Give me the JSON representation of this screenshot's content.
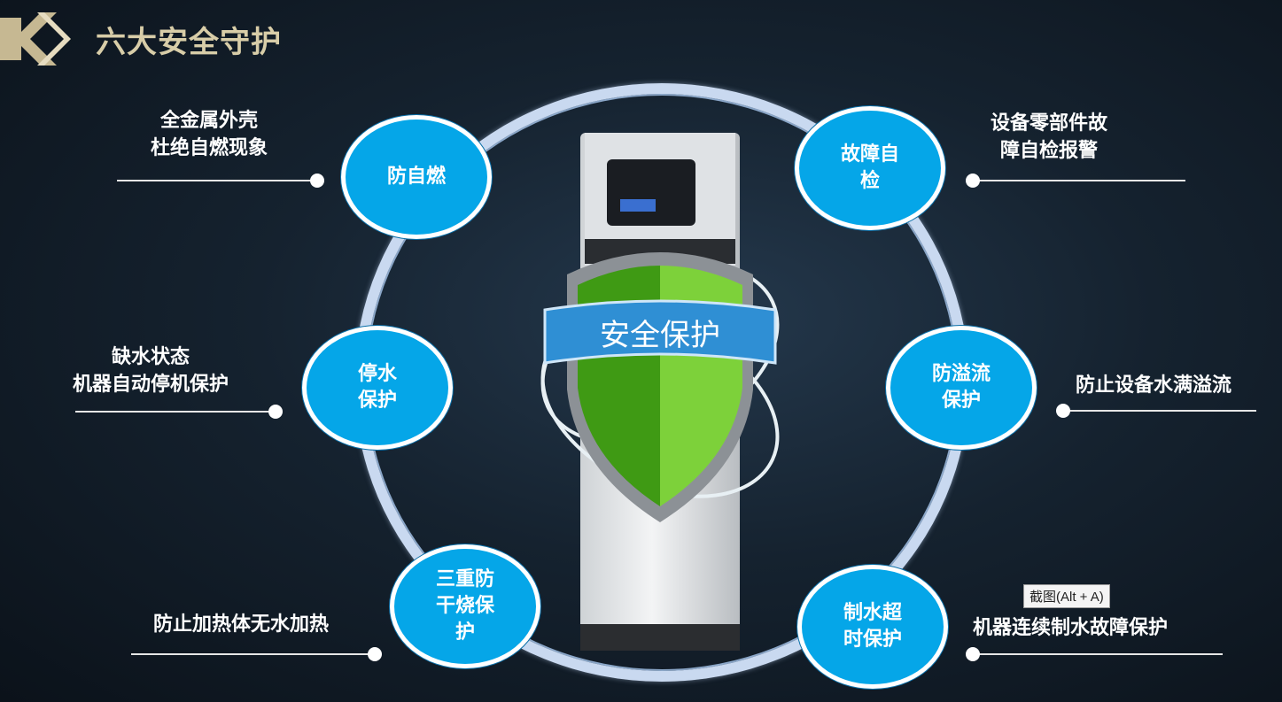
{
  "header": {
    "title": "六大安全守护"
  },
  "center": {
    "shield_label": "安全保护"
  },
  "features": {
    "anti_combustion": {
      "node": "防自燃",
      "desc": "全金属外壳\n杜绝自燃现象"
    },
    "fault_check": {
      "node": "故障自\n检",
      "desc": "设备零部件故\n障自检报警"
    },
    "water_shortage": {
      "node": "停水\n保护",
      "desc": "缺水状态\n机器自动停机保护"
    },
    "overflow": {
      "node": "防溢流\n保护",
      "desc": "防止设备水满溢流"
    },
    "dry_burn": {
      "node": "三重防\n干烧保\n护",
      "desc": "防止加热体无水加热"
    },
    "timeout": {
      "node": "制水超\n时保护",
      "desc": "机器连续制水故障保护"
    }
  },
  "tooltip": {
    "label": "截图(Alt + A)"
  },
  "colors": {
    "node_fill": "#05a6e8",
    "ring": "#c9d9f0",
    "title": "#d8cda8",
    "shield_green": "#4cae1e",
    "banner_blue": "#2f8fd4"
  }
}
